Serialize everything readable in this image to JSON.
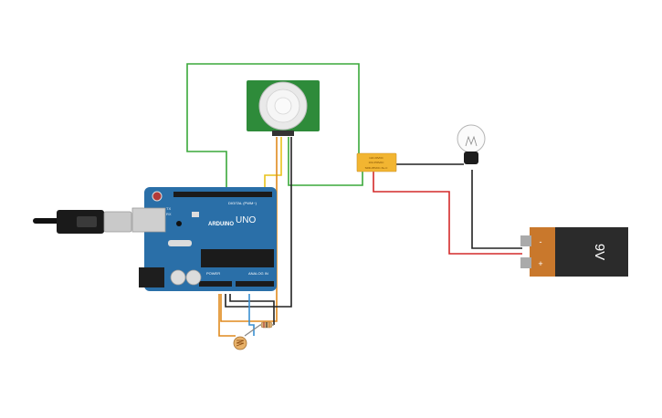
{
  "arduino": {
    "brand": "ARDUINO",
    "model": "UNO",
    "digital_label": "DIGITAL (PWM~)",
    "power_label": "POWER",
    "analog_label": "ANALOG IN",
    "tx_label": "TX",
    "rx_label": "RX"
  },
  "relay": {
    "line1": "SRD-05VDC-SL-C",
    "line2": "10A 250VAC",
    "line3": "10A 30VDC"
  },
  "battery": {
    "label": "9V",
    "minus": "-",
    "plus": "+"
  },
  "colors": {
    "board": "#2a6fa8",
    "pir_board": "#2e8b3a",
    "relay": "#f2b531",
    "battery_body": "#2b2b2b",
    "battery_cap": "#c9782c",
    "wire_green": "#3aa83a",
    "wire_red": "#d42a2a",
    "wire_black": "#222222",
    "wire_orange": "#e08a1e",
    "wire_yellow": "#e8c21a",
    "wire_blue": "#3a8fd1"
  }
}
